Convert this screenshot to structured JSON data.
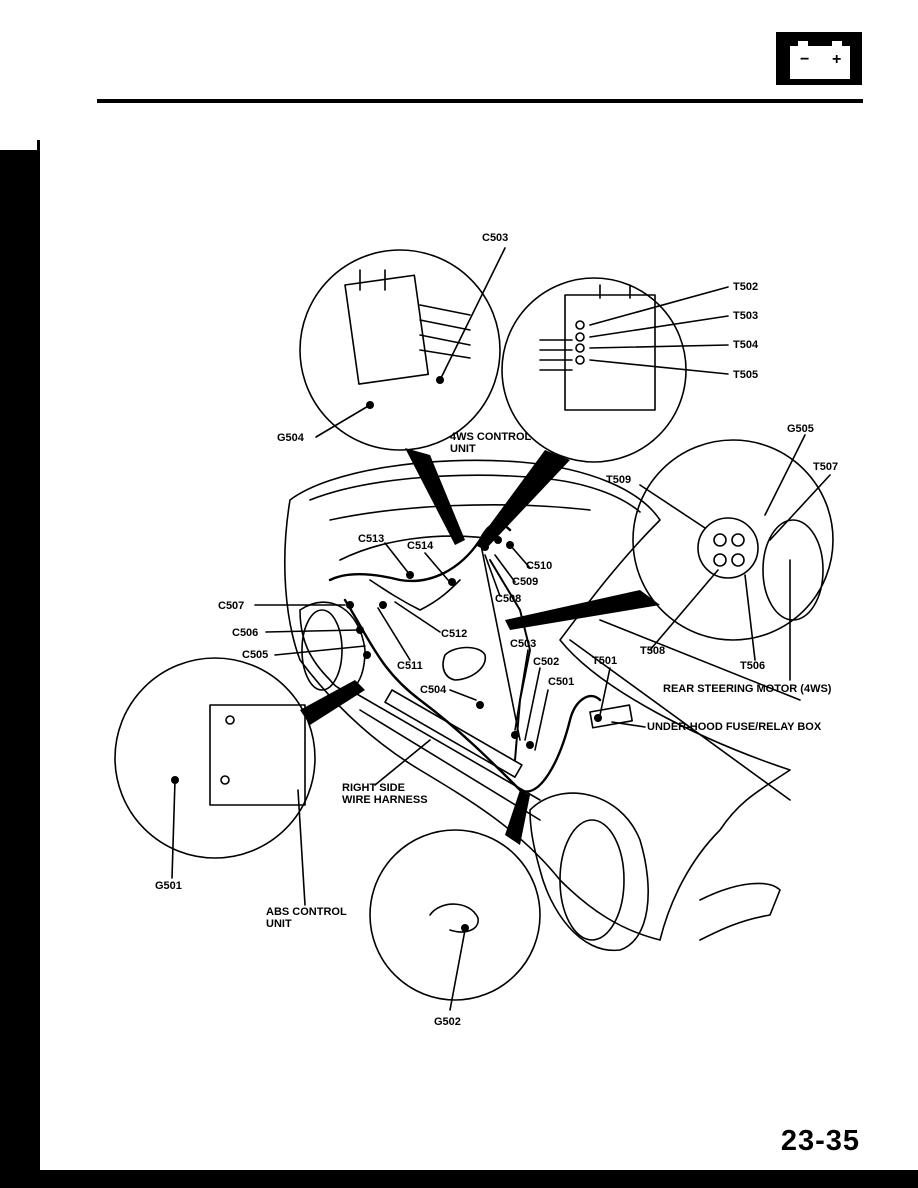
{
  "page_number": "23-35",
  "battery_icon": {
    "minus": "−",
    "plus": "+"
  },
  "labels": {
    "c503_top": "C503",
    "t502": "T502",
    "t503": "T503",
    "t504": "T504",
    "t505": "T505",
    "g504": "G504",
    "ws_control_unit": "4WS CONTROL\nUNIT",
    "g505": "G505",
    "t507": "T507",
    "t509": "T509",
    "c513": "C513",
    "c514": "C514",
    "c510": "C510",
    "c509": "C509",
    "c508": "C508",
    "c507": "C507",
    "c506": "C506",
    "c505": "C505",
    "c512": "C512",
    "c511": "C511",
    "c503_mid": "C503",
    "c502": "C502",
    "t501": "T501",
    "t508": "T508",
    "t506": "T506",
    "c501": "C501",
    "c504": "C504",
    "rear_steering_motor": "REAR STEERING MOTOR (4WS)",
    "under_hood_box": "UNDER-HOOD FUSE/RELAY BOX",
    "right_side_harness": "RIGHT SIDE\nWIRE HARNESS",
    "g501": "G501",
    "abs_control_unit": "ABS CONTROL\nUNIT",
    "g502": "G502"
  }
}
